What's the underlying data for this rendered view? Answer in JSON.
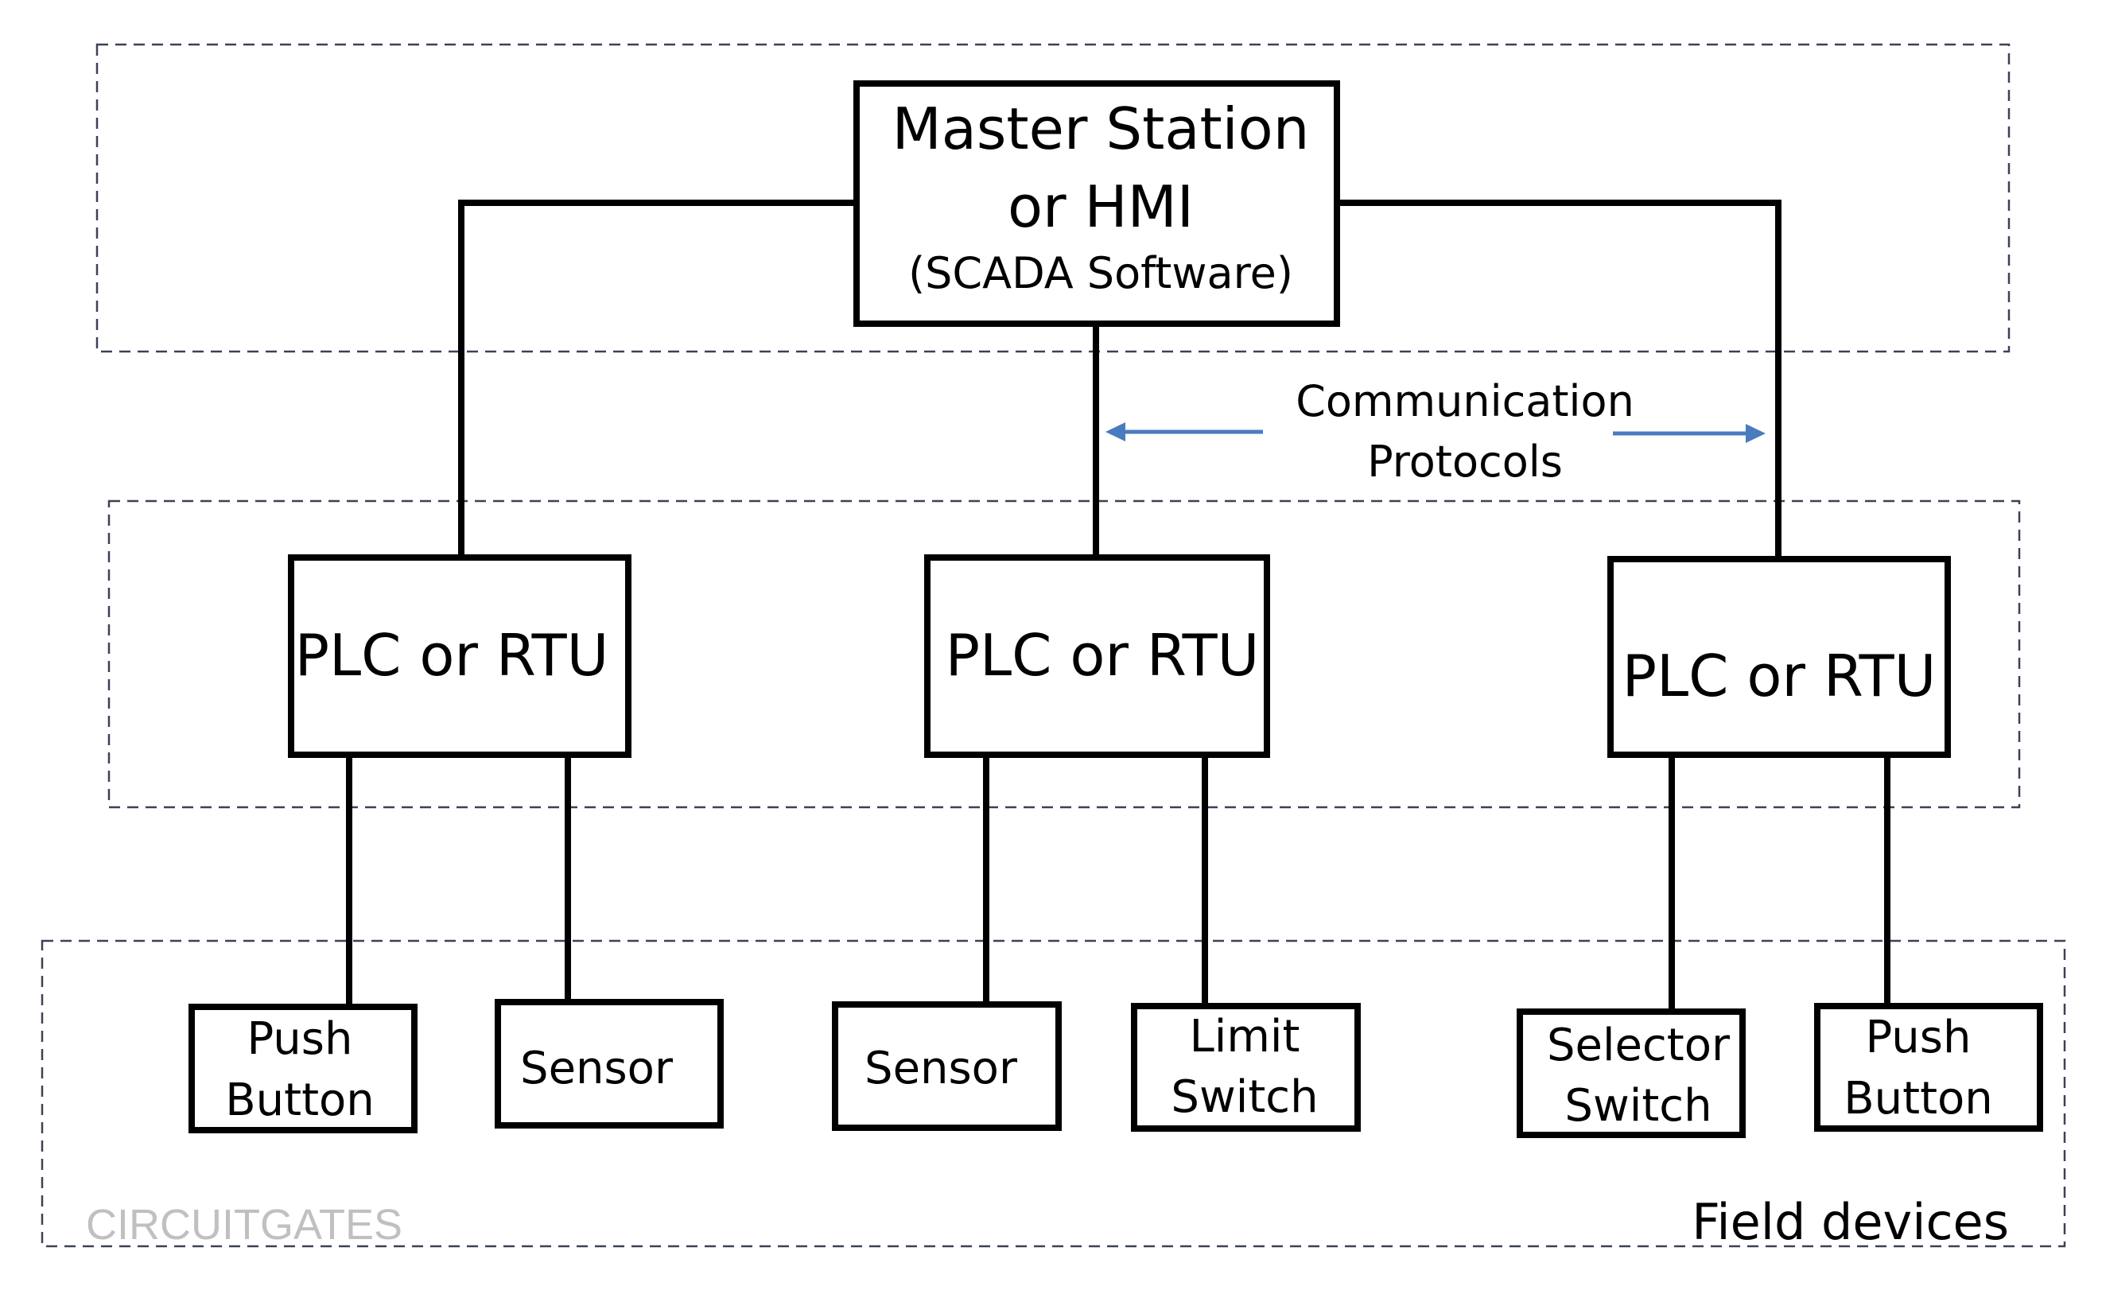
{
  "master": {
    "line1": "Master Station",
    "line2": "or HMI",
    "line3": "(SCADA Software)"
  },
  "communication": {
    "line1": "Communication",
    "line2": "Protocols"
  },
  "controllers": [
    {
      "label": "PLC or RTU"
    },
    {
      "label": "PLC or RTU"
    },
    {
      "label": "PLC or RTU"
    }
  ],
  "field_devices": [
    {
      "lines": [
        "Push",
        "Button"
      ]
    },
    {
      "lines": [
        "Sensor"
      ]
    },
    {
      "lines": [
        "Sensor"
      ]
    },
    {
      "lines": [
        "Limit",
        "Switch"
      ]
    },
    {
      "lines": [
        "Selector",
        "Switch"
      ]
    },
    {
      "lines": [
        "Push",
        "Button"
      ]
    }
  ],
  "zone_labels": {
    "field": "Field devices"
  },
  "watermark": "CIRCUITGATES",
  "colors": {
    "arrow": "#4a7bbf",
    "zone_border": "#3a4256",
    "watermark": "#c0c0c0"
  }
}
